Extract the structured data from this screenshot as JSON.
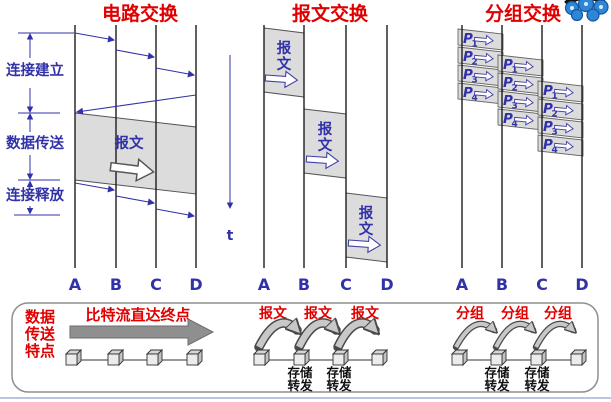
{
  "titles": {
    "circuit": "电路交换",
    "message": "报文交换",
    "packet": "分组交换"
  },
  "circuit": {
    "phases": [
      "连接建立",
      "数据传送",
      "连接释放"
    ],
    "payload_label": "报文",
    "nodes": [
      "A",
      "B",
      "C",
      "D"
    ]
  },
  "message": {
    "payload_char_top": "报",
    "payload_char_bottom": "文",
    "nodes": [
      "A",
      "B",
      "C",
      "D"
    ]
  },
  "packet": {
    "p": "P",
    "subs": [
      "1",
      "2",
      "3",
      "4"
    ],
    "nodes": [
      "A",
      "B",
      "C",
      "D"
    ]
  },
  "time_axis": {
    "label": "t"
  },
  "panel": {
    "side_label": [
      "数据",
      "传送",
      "特点"
    ],
    "bitstream_caption": "比特流直达终点",
    "message_captions": [
      "报文",
      "报文",
      "报文"
    ],
    "packet_captions": [
      "分组",
      "分组",
      "分组"
    ],
    "store": "存储",
    "forward": "转发"
  },
  "colors": {
    "title_red": "#e00000",
    "diagram_blue": "#3232a8",
    "box_gray": "#dcdcdc",
    "bottom_rule_blue": "#b9c6de"
  }
}
